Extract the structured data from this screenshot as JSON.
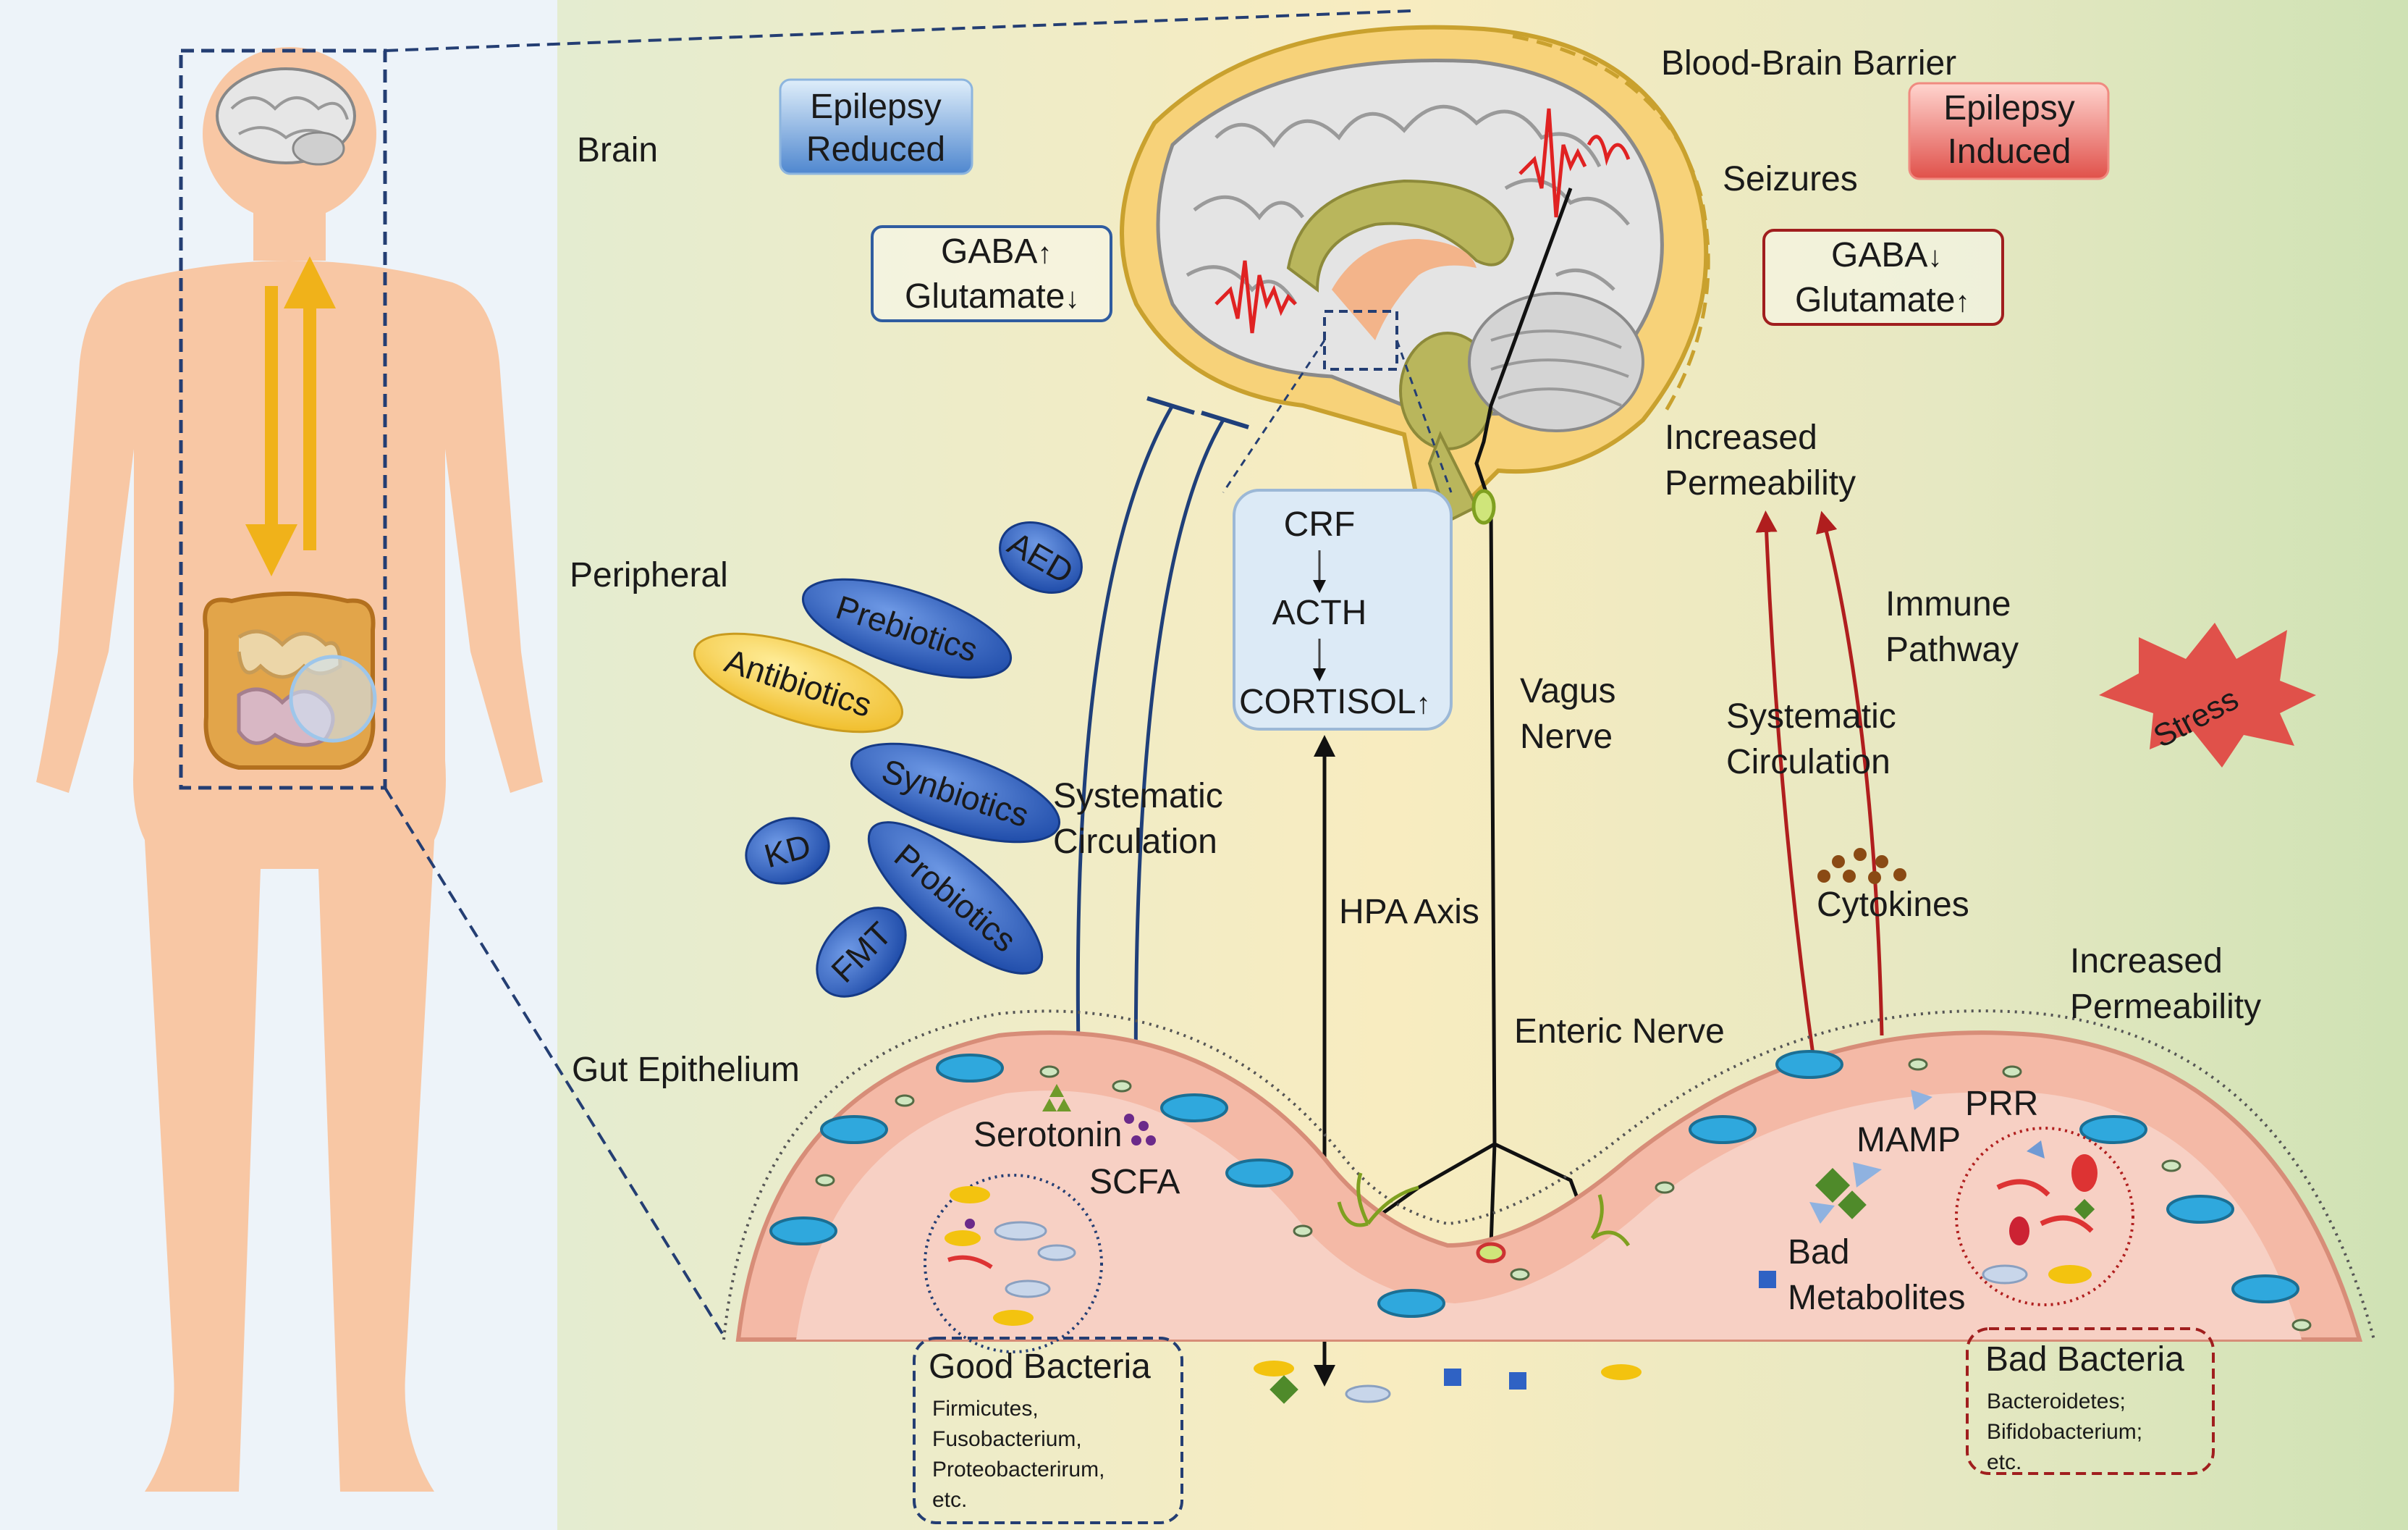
{
  "labels": {
    "brain": "Brain",
    "peripheral": "Peripheral",
    "gut_epithelium": "Gut Epithelium",
    "blood_brain_barrier": "Blood-Brain Barrier",
    "seizures": "Seizures",
    "increased_permeability_1": "Increased",
    "increased_permeability_2": "Permeability",
    "immune_pathway_1": "Immune",
    "immune_pathway_2": "Pathway",
    "systematic_circulation_1": "Systematic",
    "systematic_circulation_2": "Circulation",
    "vagus_nerve_1": "Vagus",
    "vagus_nerve_2": "Nerve",
    "hpa_axis": "HPA Axis",
    "enteric_nerve": "Enteric Nerve",
    "cytokines": "Cytokines",
    "prr": "PRR",
    "mamp": "MAMP",
    "bad_metabolites_1": "Bad",
    "bad_metabolites_2": "Metabolites",
    "serotonin": "Serotonin",
    "scfa": "SCFA",
    "stress": "Stress"
  },
  "epilepsy_reduced": {
    "line1": "Epilepsy",
    "line2": "Reduced",
    "color": "#4f87cf"
  },
  "epilepsy_induced": {
    "line1": "Epilepsy",
    "line2": "Induced",
    "color": "#e0514a"
  },
  "left_box": {
    "gaba": "GABA",
    "glutamate": "Glutamate",
    "gaba_arrow": "↑",
    "glutamate_arrow": "↓"
  },
  "right_box": {
    "gaba": "GABA",
    "glutamate": "Glutamate",
    "gaba_arrow": "↓",
    "glutamate_arrow": "↑"
  },
  "hpa_box": {
    "crf": "CRF",
    "acth": "ACTH",
    "cortisol": "CORTISOL",
    "cortisol_arrow": "↑"
  },
  "interventions": [
    {
      "name": "AED",
      "color": "#2f62c4"
    },
    {
      "name": "Prebiotics",
      "color": "#2f62c4"
    },
    {
      "name": "Antibiotics",
      "color": "#f3c83a"
    },
    {
      "name": "Synbiotics",
      "color": "#2f62c4"
    },
    {
      "name": "KD",
      "color": "#2f62c4"
    },
    {
      "name": "Probiotics",
      "color": "#2f62c4"
    },
    {
      "name": "FMT",
      "color": "#2f62c4"
    }
  ],
  "good_bacteria": {
    "title": "Good Bacteria",
    "items": [
      "Firmicutes,",
      "Fusobacterium,",
      "Proteobacterirum,",
      "etc."
    ]
  },
  "bad_bacteria": {
    "title": "Bad Bacteria",
    "items": [
      "Bacteroidetes;",
      "Bifidobacterium;",
      "etc."
    ]
  },
  "colors": {
    "left_panel_bg": "#edf3f9",
    "body_skin": "#f8c7a4",
    "gut_pink": "#f2b8a6",
    "immune_arrow": "#b01e1e",
    "inhibit_line": "#1f3f7a",
    "gold_arrow": "#f0b21a"
  }
}
